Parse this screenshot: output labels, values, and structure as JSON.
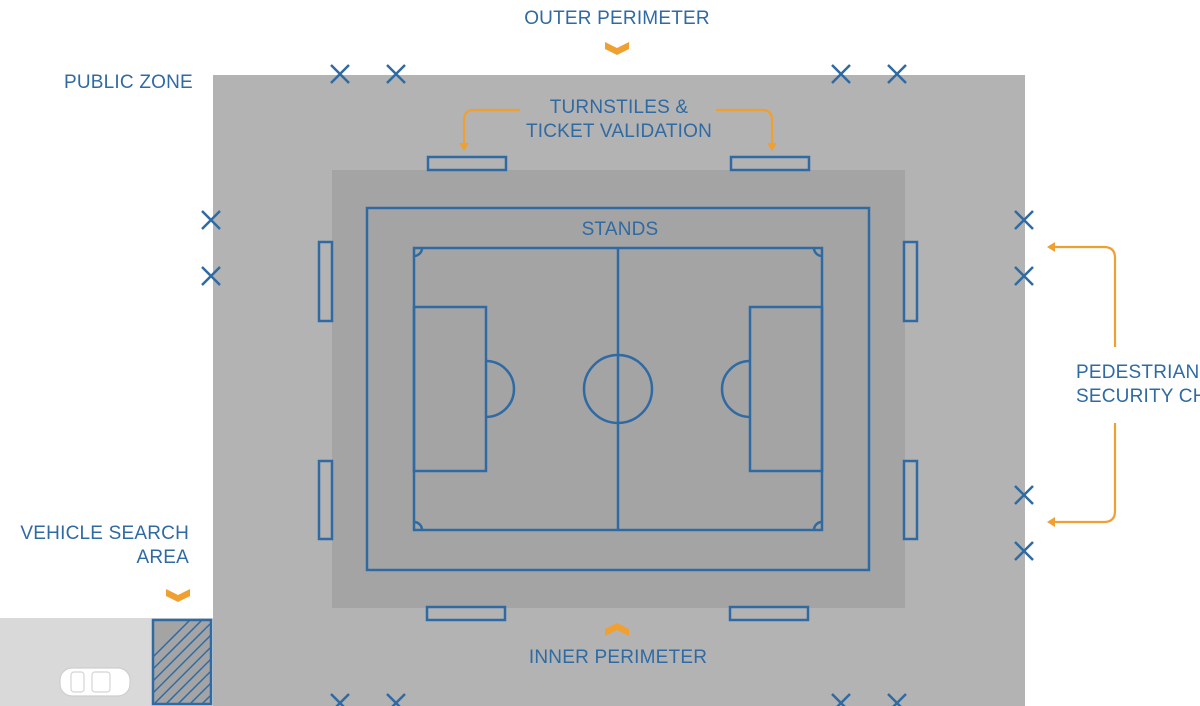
{
  "labels": {
    "outer_perimeter": "OUTER PERIMETER",
    "public_zone": "PUBLIC ZONE",
    "turnstiles_line1": "TURNSTILES &",
    "turnstiles_line2": "TICKET VALIDATION",
    "stands": "STANDS",
    "pedestrian_line1": "PEDESTRIAN",
    "pedestrian_line2": "SECURITY CHECK",
    "vehicle_line1": "VEHICLE SEARCH",
    "vehicle_line2": "AREA",
    "inner_perimeter": "INNER PERIMETER"
  },
  "colors": {
    "line_blue": "#2f6aa3",
    "accent_orange": "#f0a030",
    "outer_zone_gray": "#b3b3b3",
    "inner_zone_gray": "#a4a4a4",
    "road_gray": "#d9d9d9"
  },
  "icons": {
    "barrier": "x-mark-icon",
    "gate": "turnstile-gate-icon",
    "vehicle": "car-icon",
    "direction": "chevron-arrow-icon"
  }
}
